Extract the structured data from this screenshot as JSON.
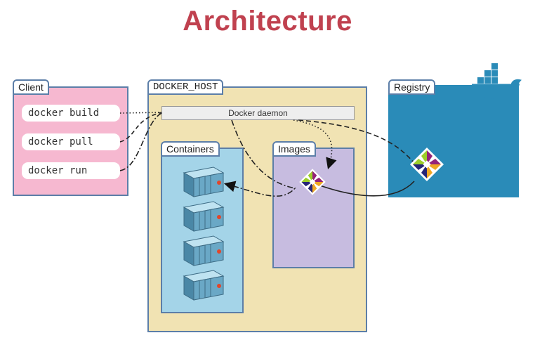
{
  "title": "Architecture",
  "client": {
    "label": "Client",
    "commands": [
      "docker build",
      "docker pull",
      "docker run"
    ]
  },
  "docker_host": {
    "label": "DOCKER_HOST",
    "daemon_label": "Docker daemon",
    "containers_label": "Containers",
    "images_label": "Images"
  },
  "registry": {
    "label": "Registry"
  },
  "colors": {
    "title": "#c0414f",
    "client_bg": "#f6b8d0",
    "host_bg": "#f1e3b3",
    "registry_bg": "#2a8bb8",
    "containers_bg": "#a4d4e8",
    "images_bg": "#c7bce0",
    "border": "#5c7ea8"
  },
  "icons": [
    "docker-whale-icon",
    "centos-logo-icon",
    "container-icon"
  ]
}
